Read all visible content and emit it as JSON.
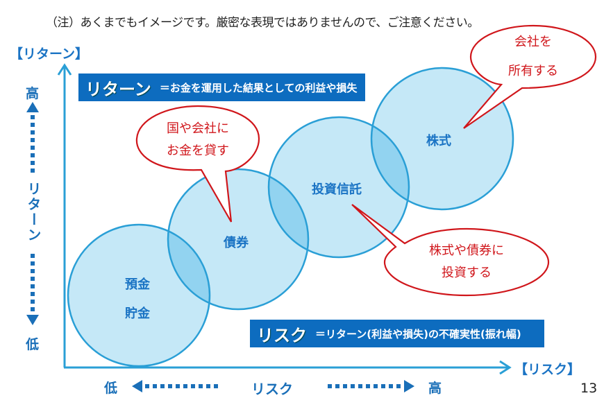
{
  "note": "（注）あくまでもイメージです。厳密な表現ではありませんので、ご注意ください。",
  "axes": {
    "y_label": "【リターン】",
    "x_label": "【リスク】",
    "y_high": "高",
    "y_low": "低",
    "y_mid": "リターン",
    "x_low": "低",
    "x_high": "高",
    "x_mid": "リスク"
  },
  "definitions": {
    "return": {
      "term": "リターン",
      "desc": "＝お金を運用した結果としての利益や損失"
    },
    "risk": {
      "term": "リスク",
      "desc": "＝リターン(利益や損失)の不確実性(振れ幅)"
    }
  },
  "circles": [
    {
      "label_line1": "預金",
      "label_line2": "貯金"
    },
    {
      "label_line1": "債券"
    },
    {
      "label_line1": "投資信託"
    },
    {
      "label_line1": "株式"
    }
  ],
  "callouts": [
    {
      "line1": "国や会社に",
      "line2": "お金を貸す"
    },
    {
      "line1": "会社を",
      "line2": "所有する"
    },
    {
      "line1": "株式や債券に",
      "line2": "投資する"
    }
  ],
  "page_number": "13",
  "colors": {
    "circle_fill": "#c5e8f7",
    "circle_stroke": "#2a9fd6",
    "overlap_fill": "#92d3f0",
    "axis": "#2a9fd6",
    "box": "#0d6cbf",
    "callout": "#d0161b",
    "label_blue": "#1a73c4"
  }
}
